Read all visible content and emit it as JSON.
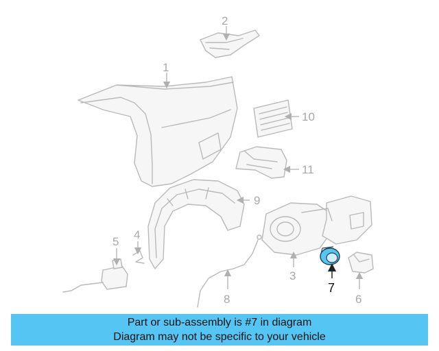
{
  "diagram": {
    "callouts": [
      {
        "number": "1"
      },
      {
        "number": "2"
      },
      {
        "number": "3"
      },
      {
        "number": "4"
      },
      {
        "number": "5"
      },
      {
        "number": "6"
      },
      {
        "number": "7",
        "highlighted": true
      },
      {
        "number": "8"
      },
      {
        "number": "9"
      },
      {
        "number": "10"
      },
      {
        "number": "11"
      }
    ],
    "colors": {
      "outline": "#b9b9b9",
      "highlight_part": "#55c6f4",
      "banner": "#55c6f4"
    }
  },
  "banner": {
    "line1": "Part or sub-assembly is #7 in diagram",
    "line2": "Diagram may not be specific to your vehicle"
  }
}
